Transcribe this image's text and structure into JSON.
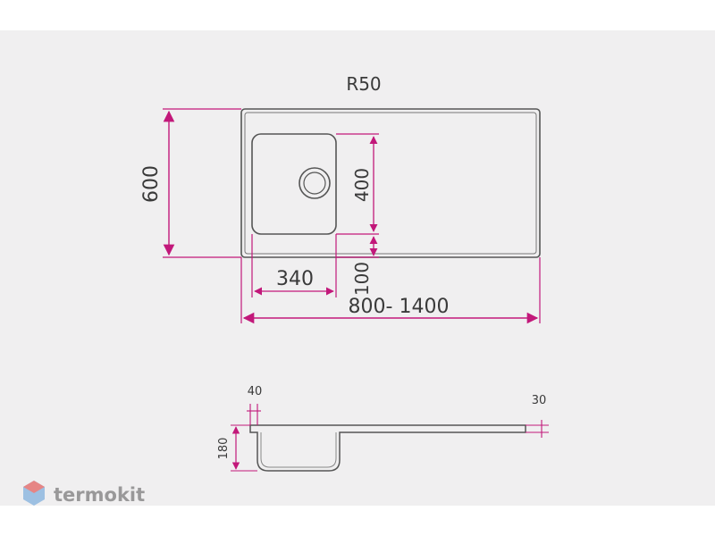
{
  "top_view": {
    "radius_label": "R50",
    "depth_label": "600",
    "bowl_depth_label": "400",
    "bowl_width_label": "340",
    "offset_label": "100",
    "length_label": "800- 1400"
  },
  "side_view": {
    "rim_label": "40",
    "thickness_label": "30",
    "bowl_height_label": "180"
  },
  "watermark": {
    "brand": "termokit"
  },
  "colors": {
    "background": "#f0eff0",
    "outline": "#555555",
    "dimension": "#c2187a",
    "text": "#3a3a3a",
    "logo": "#8a8a8a",
    "logo_mark": "#e57373"
  }
}
